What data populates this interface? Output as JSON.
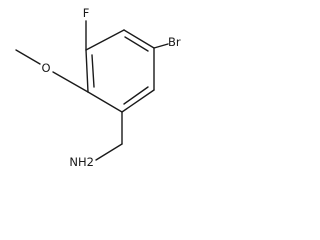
{
  "molecule": {
    "atoms": {
      "fluorine": "F",
      "oxygen": "O",
      "bromine": "Br",
      "amine": "NH2"
    }
  },
  "colors": {
    "bond": "#1a1a1a",
    "label": "#1a1a1a",
    "background": "#ffffff"
  }
}
